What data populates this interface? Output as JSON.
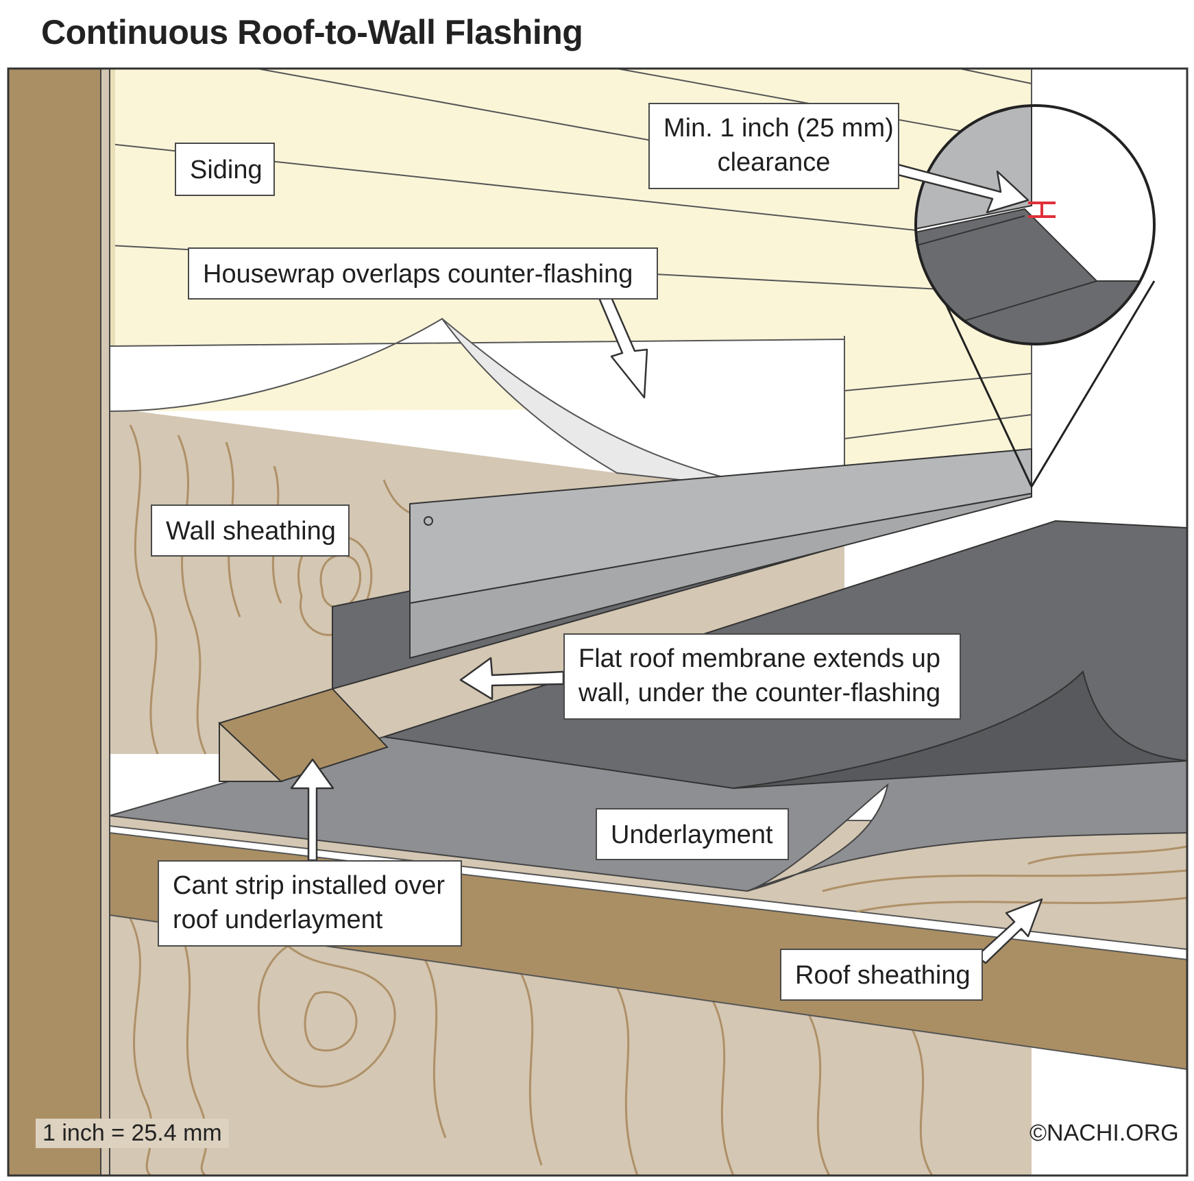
{
  "title": "Continuous Roof-to-Wall Flashing",
  "labels": {
    "siding": "Siding",
    "clearance_line1": "Min. 1 inch (25 mm)",
    "clearance_line2": "clearance",
    "housewrap": "Housewrap overlaps counter-flashing",
    "wall_sheathing": "Wall sheathing",
    "membrane_line1": "Flat roof membrane extends up",
    "membrane_line2": "wall, under the counter-flashing",
    "underlayment": "Underlayment",
    "cant_line1": "Cant strip installed over",
    "cant_line2": "roof underlayment",
    "roof_sheathing": "Roof sheathing"
  },
  "footer": {
    "scale_note": "1 inch = 25.4 mm",
    "copyright": "©NACHI.ORG"
  },
  "colors": {
    "siding": "#fbf5d8",
    "wood": "#d4c7b3",
    "wood_grain": "#ae9068",
    "post": "#ab8f64",
    "housewrap": "#ffffff",
    "counter_flashing": "#b6b7b9",
    "membrane": "#6a6b6e",
    "underlayment": "#8e8f92",
    "clearance_mark": "#e0303a"
  }
}
